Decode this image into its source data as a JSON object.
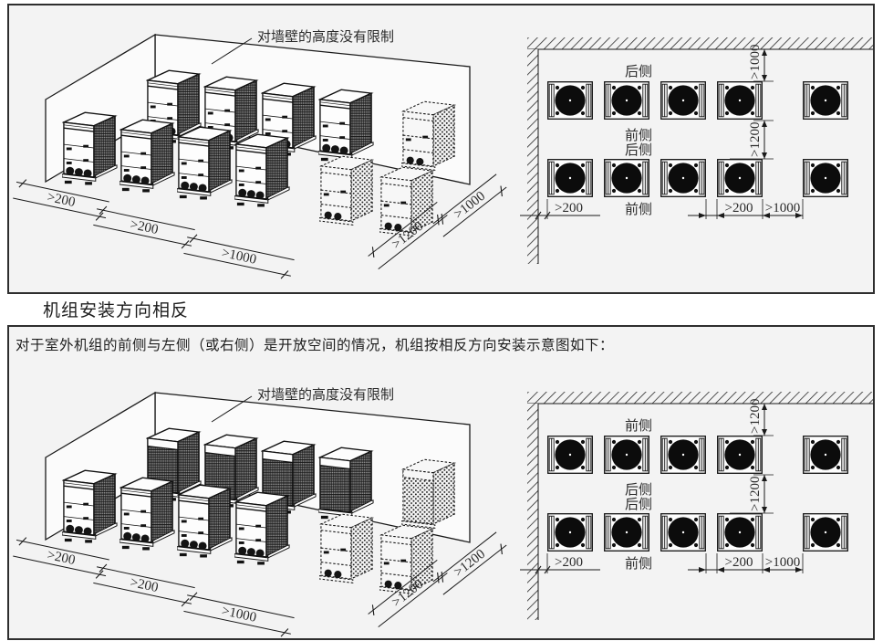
{
  "heading": "机组安装方向相反",
  "panels": [
    {
      "wall_label": "对墙壁的高度没有限制",
      "iso": {
        "dims": [
          ">200",
          ">200",
          ">1000",
          ">1200",
          ">1000"
        ]
      },
      "plan": {
        "row1_top": "后侧",
        "row1_bottom": "前侧",
        "row2_top": "后侧",
        "row2_bottom": "前侧",
        "dim_wall_row1": ">1000",
        "dim_rows": ">1200",
        "dim_left": ">200",
        "dim_gap": ">200",
        "dim_sep": ">1000"
      }
    },
    {
      "intro": "对于室外机组的前侧与左侧（或右侧）是开放空间的情况，机组按相反方向安装示意图如下：",
      "wall_label": "对墙壁的高度没有限制",
      "iso": {
        "dims": [
          ">200",
          ">200",
          ">1000",
          ">1200",
          ">1200"
        ]
      },
      "plan": {
        "row1_top": "前侧",
        "row1_bottom": "后侧",
        "row2_top": "后侧",
        "row2_bottom": "前侧",
        "dim_wall_row1": ">1200",
        "dim_rows": ">1200",
        "dim_left": ">200",
        "dim_gap": ">200",
        "dim_sep": ">1000"
      }
    }
  ],
  "colors": {
    "page_bg": "#ffffff",
    "panel_bg": "#f3f3f3",
    "line": "#1a1a1a"
  }
}
